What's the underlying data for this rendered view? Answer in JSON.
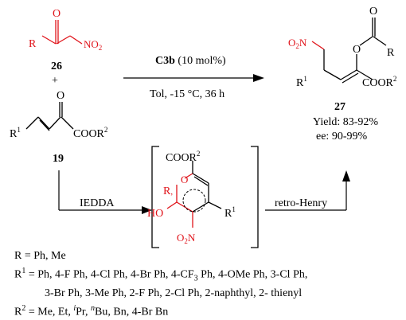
{
  "reaction": {
    "substrate1_label": "26",
    "substrate2_label": "19",
    "plus": "+",
    "product_label": "27",
    "catalyst": "C3b",
    "catalyst_loading": "(10 mol%)",
    "conditions": "Tol, -15 °C, 36 h",
    "yield": "Yield: 83-92%",
    "ee": "ee: 90-99%",
    "step1": "IEDDA",
    "step2": "retro-Henry"
  },
  "structures": {
    "o": "O",
    "r": "R",
    "no2": "NO2",
    "o2n": "O2N",
    "r1": "R1",
    "coor2": "COOR2",
    "ho": "HO"
  },
  "definitions": {
    "r": "R = Ph, Me",
    "r1_line1": "R1 = Ph, 4-F Ph, 4-Cl Ph, 4-Br Ph, 4-CF3 Ph, 4-OMe Ph, 3-Cl Ph,",
    "r1_line2": "3-Br Ph, 3-Me Ph, 2-F Ph, 2-Cl Ph, 2-naphthyl, 2- thienyl",
    "r2": "R2 = Me, Et, iPr, nBu, Bn, 4-Br Bn"
  },
  "colors": {
    "accent_red": "#e0131a",
    "ink": "#000000"
  }
}
